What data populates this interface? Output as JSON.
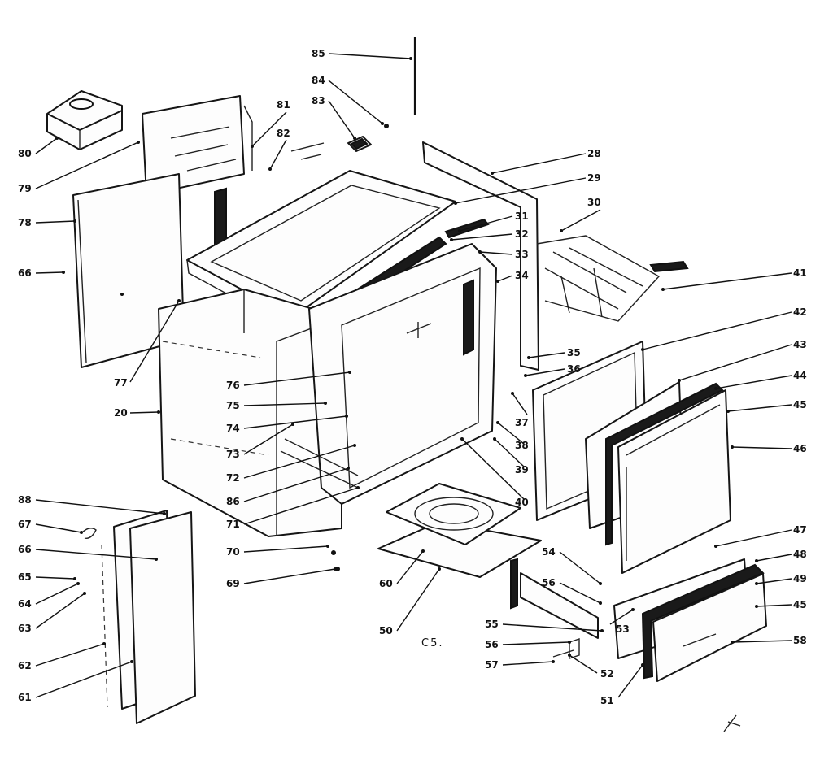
{
  "diagram": {
    "caption": "C5.",
    "callouts": [
      {
        "id": "c1",
        "text": "85"
      },
      {
        "id": "c2",
        "text": "84"
      },
      {
        "id": "c3",
        "text": "83"
      },
      {
        "id": "c4",
        "text": "81"
      },
      {
        "id": "c5",
        "text": "82"
      },
      {
        "id": "c6",
        "text": "80"
      },
      {
        "id": "c7",
        "text": "79"
      },
      {
        "id": "c8",
        "text": "78"
      },
      {
        "id": "c9",
        "text": "66"
      },
      {
        "id": "c10",
        "text": "77"
      },
      {
        "id": "c11",
        "text": "20"
      },
      {
        "id": "c12",
        "text": "28"
      },
      {
        "id": "c13",
        "text": "29"
      },
      {
        "id": "c14",
        "text": "30"
      },
      {
        "id": "c15",
        "text": "31"
      },
      {
        "id": "c16",
        "text": "32"
      },
      {
        "id": "c17",
        "text": "33"
      },
      {
        "id": "c18",
        "text": "34"
      },
      {
        "id": "c19",
        "text": "41"
      },
      {
        "id": "c20",
        "text": "42"
      },
      {
        "id": "c21",
        "text": "43"
      },
      {
        "id": "c22",
        "text": "44"
      },
      {
        "id": "c23",
        "text": "45"
      },
      {
        "id": "c24",
        "text": "46"
      },
      {
        "id": "c25",
        "text": "35"
      },
      {
        "id": "c26",
        "text": "36"
      },
      {
        "id": "c27",
        "text": "37"
      },
      {
        "id": "c28",
        "text": "38"
      },
      {
        "id": "c29",
        "text": "39"
      },
      {
        "id": "c30",
        "text": "40"
      },
      {
        "id": "c31",
        "text": "76"
      },
      {
        "id": "c32",
        "text": "75"
      },
      {
        "id": "c33",
        "text": "74"
      },
      {
        "id": "c34",
        "text": "73"
      },
      {
        "id": "c35",
        "text": "72"
      },
      {
        "id": "c36",
        "text": "86"
      },
      {
        "id": "c37",
        "text": "71"
      },
      {
        "id": "c38",
        "text": "70"
      },
      {
        "id": "c39",
        "text": "69"
      },
      {
        "id": "c40",
        "text": "88"
      },
      {
        "id": "c41",
        "text": "67"
      },
      {
        "id": "c42",
        "text": "66"
      },
      {
        "id": "c43",
        "text": "65"
      },
      {
        "id": "c44",
        "text": "64"
      },
      {
        "id": "c45",
        "text": "63"
      },
      {
        "id": "c46",
        "text": "62"
      },
      {
        "id": "c47",
        "text": "61"
      },
      {
        "id": "c48",
        "text": "60"
      },
      {
        "id": "c49",
        "text": "50"
      },
      {
        "id": "c50",
        "text": "47"
      },
      {
        "id": "c51",
        "text": "48"
      },
      {
        "id": "c52",
        "text": "49"
      },
      {
        "id": "c53",
        "text": "45"
      },
      {
        "id": "c54",
        "text": "58"
      },
      {
        "id": "c55",
        "text": "55"
      },
      {
        "id": "c56",
        "text": "54"
      },
      {
        "id": "c57",
        "text": "56"
      },
      {
        "id": "c58",
        "text": "57"
      },
      {
        "id": "c59",
        "text": "56"
      },
      {
        "id": "c60",
        "text": "53"
      },
      {
        "id": "c61",
        "text": "52"
      },
      {
        "id": "c62",
        "text": "51"
      }
    ]
  }
}
